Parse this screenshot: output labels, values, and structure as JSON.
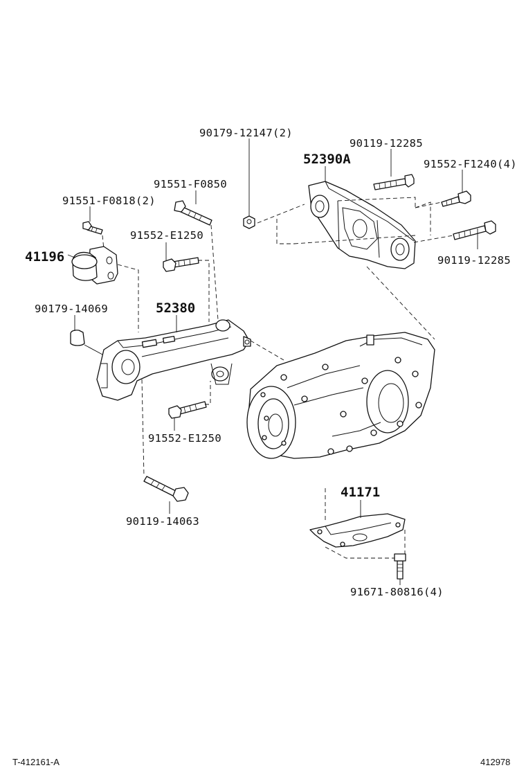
{
  "labels": {
    "p_90179_12147": "90179-12147(2)",
    "p_90119_12285_top": "90119-12285",
    "p_52390A": "52390A",
    "p_91552_F1240": "91552-F1240(4)",
    "p_91551_F0850": "91551-F0850",
    "p_91551_F0818": "91551-F0818(2)",
    "p_91552_E1250_top": "91552-E1250",
    "p_41196": "41196",
    "p_90119_12285_right": "90119-12285",
    "p_90179_14069": "90179-14069",
    "p_52380": "52380",
    "p_91552_E1250_bottom": "91552-E1250",
    "p_41171": "41171",
    "p_90119_14063": "90119-14063",
    "p_91671_80816": "91671-80816(4)"
  },
  "footer": {
    "figure_code": "T-412161-A",
    "page_number": "412978"
  }
}
